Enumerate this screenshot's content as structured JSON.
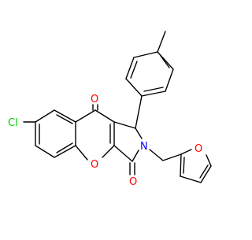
{
  "molecule": {
    "atom_labels": {
      "chlorine": "Cl",
      "ketone_oxygen": "O",
      "ring_oxygen": "O",
      "lactam_oxygen": "O",
      "nitrogen": "N",
      "furan_oxygen": "O"
    },
    "colors": {
      "bond": "#000000",
      "oxygen": "#ff0000",
      "nitrogen": "#0000ff",
      "chlorine": "#00cc00"
    }
  }
}
